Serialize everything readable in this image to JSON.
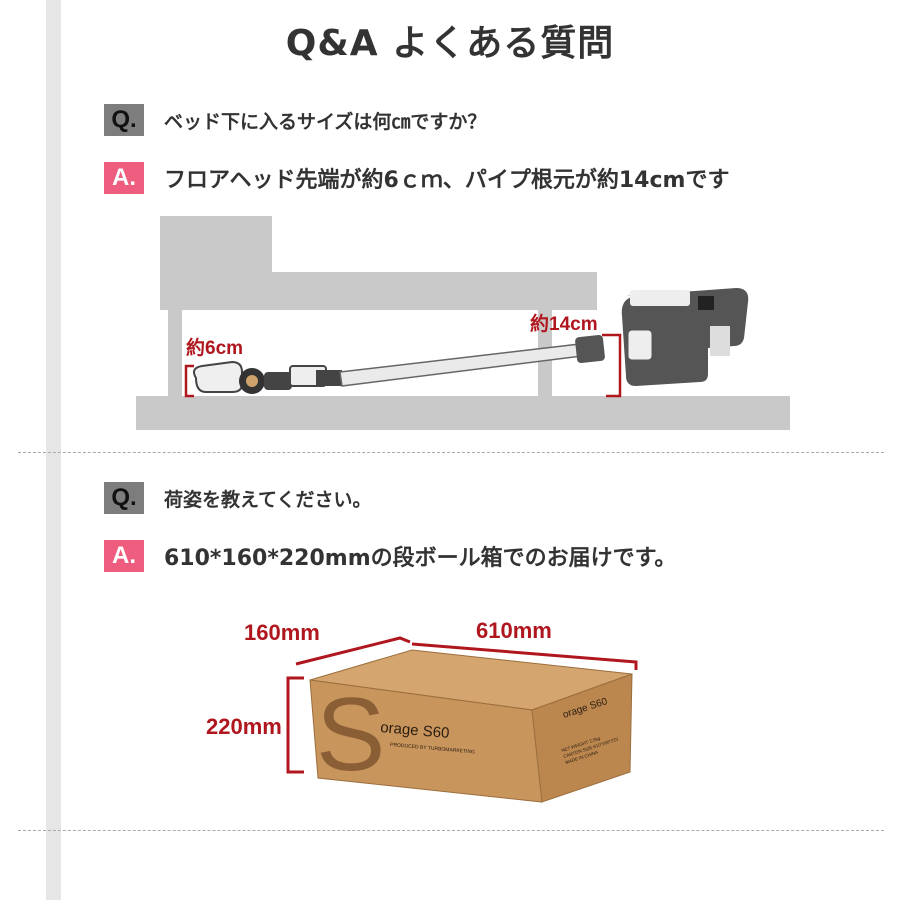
{
  "title": "Q&A よくある質問",
  "qa": [
    {
      "q_badge": "Q.",
      "question": "ベッド下に入るサイズは何㎝ですか？",
      "a_badge": "A.",
      "answer": "フロアヘッド先端が約6ｃｍ、パイプ根元が約14cmです"
    },
    {
      "q_badge": "Q.",
      "question": "荷姿を教えてください。",
      "a_badge": "A.",
      "answer": "610*160*220mmの段ボール箱でのお届けです。"
    }
  ],
  "vacuum_figure": {
    "label_head": "約6cm",
    "label_base": "約14cm"
  },
  "box_figure": {
    "width_label": "610mm",
    "depth_label": "160mm",
    "height_label": "220mm",
    "brand_front": "orage S60",
    "brand_side": "orage S60",
    "front_tagline": "PRODUCED BY TURBOMARKETING",
    "side_info": [
      "NET WEIGHT 2.5kg",
      "CARTON SIZE 610*160*220",
      "MADE IN CHINA"
    ]
  },
  "colors": {
    "accent_red": "#b0161e",
    "answer_badge": "#ee5d7d",
    "question_badge": "#7d7d7d",
    "cardboard": "#c8955c"
  }
}
